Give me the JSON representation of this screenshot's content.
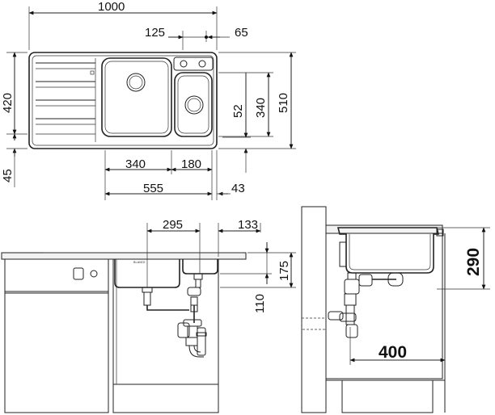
{
  "top_view": {
    "width_label": "1000",
    "offset_left_label": "125",
    "offset_right_label": "65",
    "depth_total_label": "510",
    "depth_inner_label": "340",
    "offset_52_label": "52",
    "drainer_depth_label": "420",
    "offset_45_label": "45",
    "bowl_main_label": "340",
    "bowl_small_label": "180",
    "span_label": "555",
    "right_offset_label": "43"
  },
  "front_view": {
    "bowl_spacing_label": "295",
    "right_offset_label": "133",
    "bowl_depth_label": "175",
    "small_bowl_depth_label": "110",
    "plate_text": "BLANCO"
  },
  "side_view": {
    "height_label": "290",
    "depth_label": "400"
  }
}
